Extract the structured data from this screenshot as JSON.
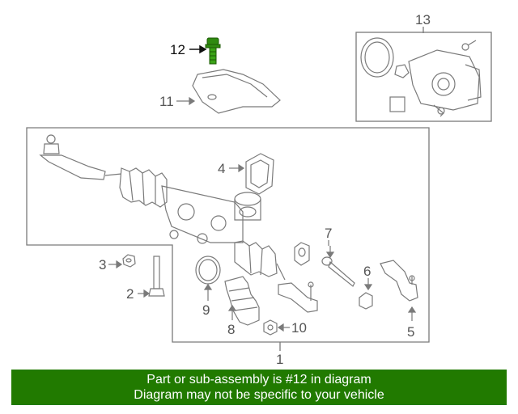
{
  "diagram": {
    "callouts": {
      "c1": "1",
      "c2": "2",
      "c3": "3",
      "c4": "4",
      "c5": "5",
      "c6": "6",
      "c7": "7",
      "c8": "8",
      "c9": "9",
      "c10": "10",
      "c11": "11",
      "c12": "12",
      "c13": "13"
    },
    "highlighted_part": "12",
    "highlight_color": "#2f8a10"
  },
  "banner": {
    "line1": "Part or sub-assembly is #12 in diagram",
    "line2": "Diagram may not be specific to your vehicle",
    "background": "#217a00"
  }
}
